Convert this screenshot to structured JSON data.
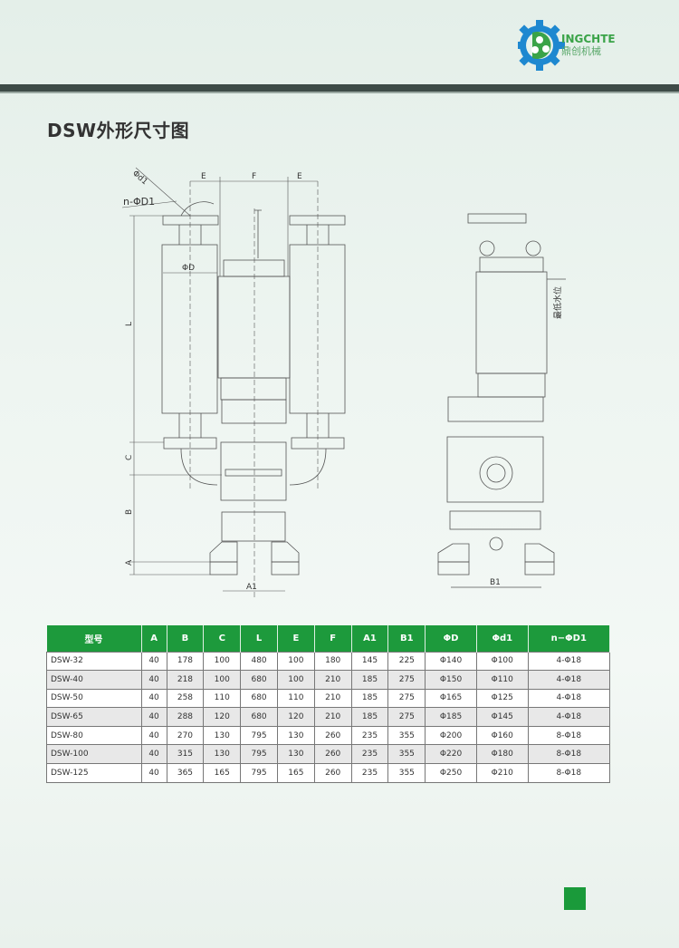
{
  "logo": {
    "brand": "INGCHTE",
    "brand_cn": "鼎创机械",
    "colors": {
      "gear": "#1e88d0",
      "green": "#3aa348"
    }
  },
  "title": "DSW外形尺寸图",
  "drawing": {
    "labels": {
      "phi_d1": "Φd1",
      "n_phi_D1": "n-ΦD1",
      "E": "E",
      "F": "F",
      "phi_D": "ΦD",
      "L": "L",
      "C": "C",
      "B": "B",
      "A": "A",
      "A1": "A1",
      "B1": "B1",
      "min_water": "最低水位"
    }
  },
  "table": {
    "headers": [
      "型号",
      "A",
      "B",
      "C",
      "L",
      "E",
      "F",
      "A1",
      "B1",
      "ΦD",
      "Φd1",
      "n−ΦD1"
    ],
    "rows": [
      [
        "DSW-32",
        "40",
        "178",
        "100",
        "480",
        "100",
        "180",
        "145",
        "225",
        "Φ140",
        "Φ100",
        "4-Φ18"
      ],
      [
        "DSW-40",
        "40",
        "218",
        "100",
        "680",
        "100",
        "210",
        "185",
        "275",
        "Φ150",
        "Φ110",
        "4-Φ18"
      ],
      [
        "DSW-50",
        "40",
        "258",
        "110",
        "680",
        "110",
        "210",
        "185",
        "275",
        "Φ165",
        "Φ125",
        "4-Φ18"
      ],
      [
        "DSW-65",
        "40",
        "288",
        "120",
        "680",
        "120",
        "210",
        "185",
        "275",
        "Φ185",
        "Φ145",
        "4-Φ18"
      ],
      [
        "DSW-80",
        "40",
        "270",
        "130",
        "795",
        "130",
        "260",
        "235",
        "355",
        "Φ200",
        "Φ160",
        "8-Φ18"
      ],
      [
        "DSW-100",
        "40",
        "315",
        "130",
        "795",
        "130",
        "260",
        "235",
        "355",
        "Φ220",
        "Φ180",
        "8-Φ18"
      ],
      [
        "DSW-125",
        "40",
        "365",
        "165",
        "795",
        "165",
        "260",
        "235",
        "355",
        "Φ250",
        "Φ210",
        "8-Φ18"
      ]
    ]
  },
  "accent": "#1d9a3c"
}
